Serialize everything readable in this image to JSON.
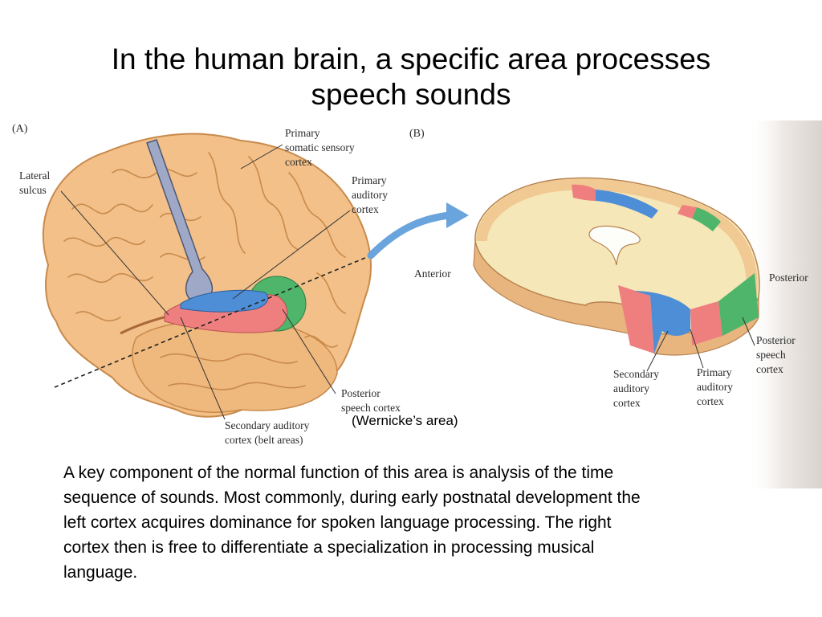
{
  "slide": {
    "title_line1": "In the human brain, a specific area processes",
    "title_line2": "speech sounds"
  },
  "figure": {
    "panel_a": {
      "letter": "(A)",
      "labels": {
        "lateral_sulcus": [
          "Lateral",
          "sulcus"
        ],
        "primary_somatic_sensory": [
          "Primary",
          "somatic sensory",
          "cortex"
        ],
        "primary_auditory": [
          "Primary",
          "auditory",
          "cortex"
        ],
        "posterior_speech": [
          "Posterior",
          "speech cortex"
        ],
        "secondary_auditory": [
          "Secondary auditory",
          "cortex (belt areas)"
        ]
      }
    },
    "panel_b": {
      "letter": "(B)",
      "labels": {
        "anterior": "Anterior",
        "posterior": "Posterior",
        "posterior_speech": [
          "Posterior",
          "speech",
          "cortex"
        ],
        "secondary_auditory": [
          "Secondary",
          "auditory",
          "cortex"
        ],
        "primary_auditory": [
          "Primary",
          "auditory",
          "cortex"
        ]
      }
    },
    "colors": {
      "brain": "#f2c088",
      "brain_outline": "#c98a4c",
      "primary_auditory": "#4d8ed6",
      "secondary_auditory": "#ef7f7f",
      "posterior_speech": "#4fb56a",
      "probe": "#9fa8c6",
      "arrow": "#6aa4dc"
    }
  },
  "caption": "(Wernicke’s area)",
  "body": {
    "line1": "A key component of the normal function of this area is analysis of the time",
    "line2": "sequence of sounds.  Most commonly, during early postnatal development  the",
    "line3": "left cortex acquires dominance for spoken language processing.  The right",
    "line4": "cortex then is free to differentiate a specialization in processing musical",
    "line5": "language."
  }
}
